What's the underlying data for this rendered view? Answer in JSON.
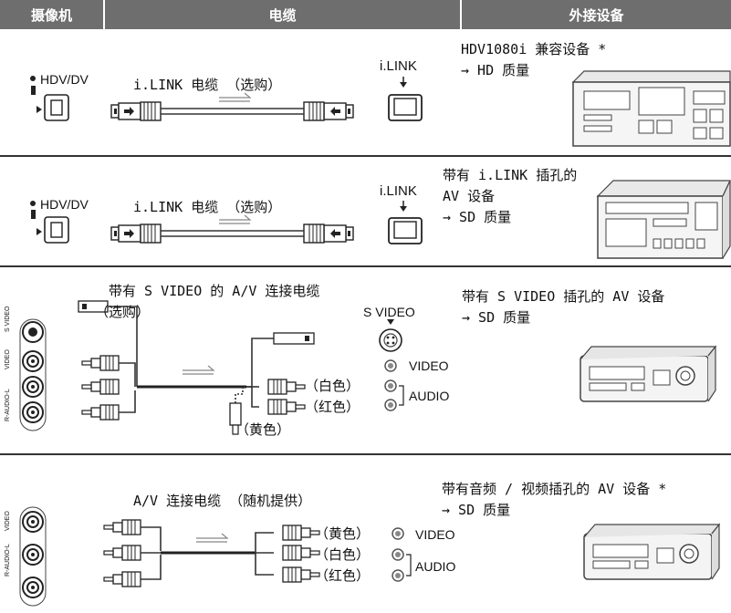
{
  "header": {
    "camera": "摄像机",
    "cable": "电缆",
    "external": "外接设备"
  },
  "row1": {
    "port_label": "HDV/DV",
    "cable_label": "i.LINK 电缆 （选购）",
    "device_port": "i.LINK",
    "device_line1": "HDV1080i 兼容设备 *",
    "device_line2": "→ HD 质量"
  },
  "row2": {
    "port_label": "HDV/DV",
    "cable_label": "i.LINK 电缆 （选购）",
    "device_port": "i.LINK",
    "device_line1": "带有 i.LINK 插孔的",
    "device_line2": "AV 设备",
    "device_line3": "→ SD 质量"
  },
  "row3": {
    "cable_line1": "带有 S VIDEO 的 A/V 连接电缆",
    "cable_line2": "（选购）",
    "svideo_label": "S VIDEO",
    "video_label": "VIDEO",
    "audio_label": "AUDIO",
    "white": "（白色）",
    "red": "（红色）",
    "yellow": "（黄色）",
    "device_line1": "带有 S VIDEO 插孔的 AV 设备",
    "device_line2": "→ SD 质量",
    "jack_svideo": "S VIDEO",
    "jack_video": "VIDEO",
    "jack_audio": "R-AUDIO-L"
  },
  "row4": {
    "cable_label": "A/V 连接电缆 （随机提供）",
    "yellow": "（黄色）",
    "white": "（白色）",
    "red": "（红色）",
    "video_label": "VIDEO",
    "audio_label": "AUDIO",
    "device_line1": "带有音频 / 视频插孔的 AV 设备 *",
    "device_line2": "→ SD 质量",
    "jack_video": "VIDEO",
    "jack_audio": "R-AUDIO-L"
  },
  "colors": {
    "header_bg": "#6e6e6e",
    "cable": "#333333"
  }
}
